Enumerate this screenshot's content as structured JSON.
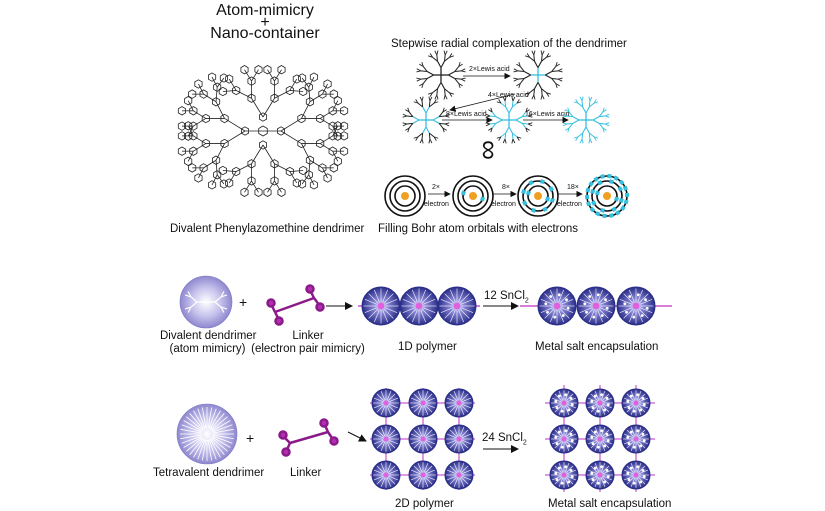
{
  "header": {
    "title_line1": "Atom-mimicry",
    "title_plus": "+",
    "title_line2": "Nano-container"
  },
  "top_left": {
    "caption": "Divalent Phenylazomethine dendrimer"
  },
  "top_right": {
    "title": "Stepwise radial complexation of the dendrimer",
    "steps": [
      "2×Lewis acid",
      "4×Lewis acid",
      "8×Lewis acid",
      "16×Lewis acid"
    ],
    "analogy_symbol": "∞",
    "bohr_steps": [
      {
        "count": "2×",
        "unit": "electron"
      },
      {
        "count": "8×",
        "unit": "electron"
      },
      {
        "count": "18×",
        "unit": "electron"
      }
    ],
    "caption": "Filling Bohr atom orbitals with electrons"
  },
  "row1": {
    "reagent": "12 SnCl2",
    "dendrimer_label_1": "Divalent dendrimer",
    "dendrimer_label_2": "(atom mimicry)",
    "linker_label_1": "Linker",
    "linker_label_2": "(electron pair mimicry)",
    "polymer_label": "1D polymer",
    "encap_label": "Metal salt encapsulation",
    "plus": "+"
  },
  "row2": {
    "reagent": "24 SnCl2",
    "dendrimer_label": "Tetravalent dendrimer",
    "linker_label": "Linker",
    "polymer_label": "2D polymer",
    "encap_label": "Metal salt encapsulation",
    "plus": "+"
  },
  "colors": {
    "cyan": "#35c0e0",
    "orange": "#f0a020",
    "navy": "#2a2e88",
    "purple": "#8a1a8a",
    "magenta": "#c030c0"
  }
}
